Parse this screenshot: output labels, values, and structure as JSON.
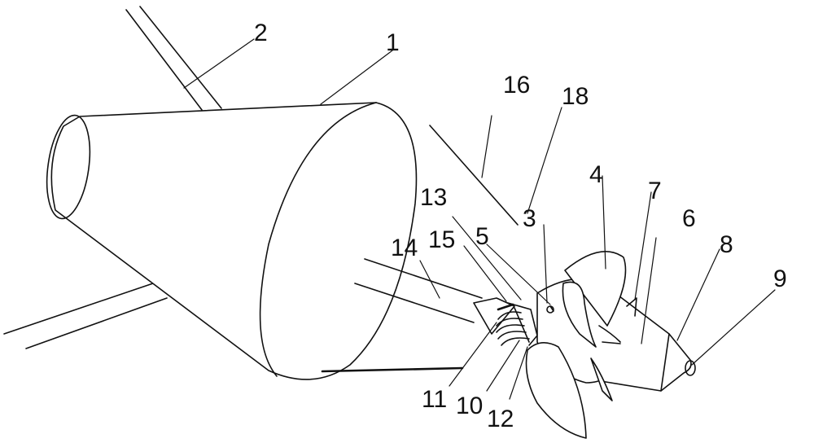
{
  "labels": {
    "l1": "1",
    "l2": "2",
    "l3": "3",
    "l4": "4",
    "l5": "5",
    "l6": "6",
    "l7": "7",
    "l8": "8",
    "l9": "9",
    "l10": "10",
    "l11": "11",
    "l12": "12",
    "l13": "13",
    "l14": "14",
    "l15": "15",
    "l16": "16",
    "l18": "18"
  },
  "colors": {
    "line": "#111111",
    "background": "#ffffff"
  }
}
